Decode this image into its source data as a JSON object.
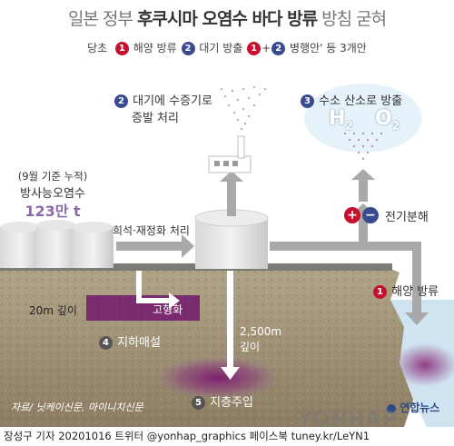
{
  "title": {
    "part1": "일본 정부 ",
    "part2": "후쿠시마 오염수 바다 방류",
    "part3": " 방침 굳혀"
  },
  "subtitle": {
    "prefix": "당초",
    "opt1_num": "1",
    "opt1": "해양 방류",
    "opt2_num": "2",
    "opt2": "대기 방출",
    "opt3_num_a": "1",
    "plus": "+",
    "opt3_num_b": "2",
    "opt3": "병행안' 등 3개안"
  },
  "atmosphere": {
    "num": "2",
    "line1": "대기에 수증기로",
    "line2": "증발 처리"
  },
  "hydrogen": {
    "num": "3",
    "label": "수소 산소로 방출",
    "h2": "H",
    "h2_sub": "2",
    "o2": "O",
    "o2_sub": "2"
  },
  "electrolysis": {
    "label": "전기분해",
    "plus": "+",
    "minus": "−"
  },
  "storage": {
    "line1": "(9월 기준 누적)",
    "line2": "방사능오염수",
    "amount": "123만 t"
  },
  "treatment": {
    "label": "희석·재정화 처리"
  },
  "ocean": {
    "num": "1",
    "label": "해양 방류"
  },
  "solidify": {
    "depth": "20m 깊이",
    "label": "고형화"
  },
  "burial": {
    "num": "4",
    "label": "지하매설"
  },
  "injection": {
    "depth_line1": "2,500m",
    "depth_line2": "깊이",
    "num": "5",
    "label": "지층주입"
  },
  "source": "자료/ 닛케이신문, 마이니치신문",
  "logo": "연합뉴스",
  "watermark": "YONHAP NEWS",
  "footer": "장성구 기자  20201016  트위터 @yonhap_graphics  페이스북 tuney.kr/LeYN1",
  "colors": {
    "red": "#c8102e",
    "blue": "#3a4a8f",
    "purple": "#7a2a6e",
    "amount": "#8a6aa8",
    "arrow": "#a9a9a9"
  }
}
